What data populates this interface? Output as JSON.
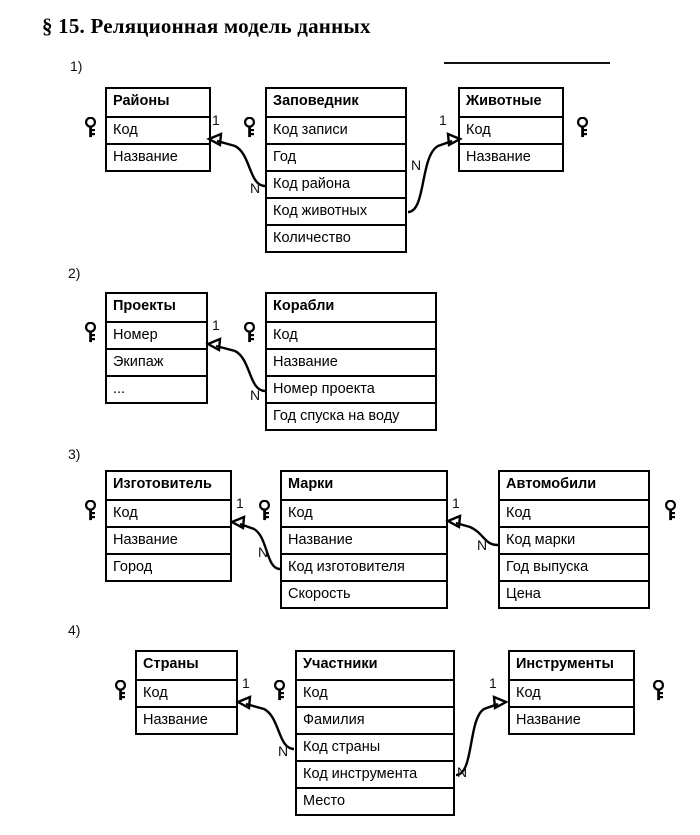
{
  "page": {
    "title": "§ 15.  Реляционная модель данных",
    "has_title_rule": true
  },
  "icons": {
    "primary_key": "key-icon"
  },
  "cardinality": {
    "one": "1",
    "many": "N"
  },
  "groups": [
    {
      "index": "1)",
      "entities": [
        {
          "name": "Районы",
          "fields": [
            "Код",
            "Название"
          ],
          "key_side": "left"
        },
        {
          "name": "Заповедник",
          "fields": [
            "Код записи",
            "Год",
            "Код района",
            "Код животных",
            "Количество"
          ],
          "key_side": "left"
        },
        {
          "name": "Животные",
          "fields": [
            "Код",
            "Название"
          ],
          "key_side": "right"
        }
      ],
      "relations": [
        {
          "from": "Заповедник.Код района",
          "to": "Районы.Код",
          "from_card": "N",
          "to_card": "1",
          "direction": "left"
        },
        {
          "from": "Заповедник.Код животных",
          "to": "Животные.Код",
          "from_card": "N",
          "to_card": "1",
          "direction": "right"
        }
      ]
    },
    {
      "index": "2)",
      "entities": [
        {
          "name": "Проекты",
          "fields": [
            "Номер",
            "Экипаж",
            "..."
          ],
          "key_side": "left"
        },
        {
          "name": "Корабли",
          "fields": [
            "Код",
            "Название",
            "Номер проекта",
            "Год спуска на воду"
          ],
          "key_side": "left"
        }
      ],
      "relations": [
        {
          "from": "Корабли.Номер проекта",
          "to": "Проекты.Номер",
          "from_card": "N",
          "to_card": "1",
          "direction": "left"
        }
      ]
    },
    {
      "index": "3)",
      "entities": [
        {
          "name": "Изготовитель",
          "fields": [
            "Код",
            "Название",
            "Город"
          ],
          "key_side": "left"
        },
        {
          "name": "Марки",
          "fields": [
            "Код",
            "Название",
            "Код изготовителя",
            "Скорость"
          ],
          "key_side": "left"
        },
        {
          "name": "Автомобили",
          "fields": [
            "Код",
            "Код марки",
            "Год выпуска",
            "Цена"
          ],
          "key_side": "right"
        }
      ],
      "relations": [
        {
          "from": "Марки.Код изготовителя",
          "to": "Изготовитель.Код",
          "from_card": "N",
          "to_card": "1",
          "direction": "left"
        },
        {
          "from": "Автомобили.Код марки",
          "to": "Марки.Код",
          "from_card": "N",
          "to_card": "1",
          "direction": "left"
        }
      ]
    },
    {
      "index": "4)",
      "entities": [
        {
          "name": "Страны",
          "fields": [
            "Код",
            "Название"
          ],
          "key_side": "left"
        },
        {
          "name": "Участники",
          "fields": [
            "Код",
            "Фамилия",
            "Код страны",
            "Код инструмента",
            "Место"
          ],
          "key_side": "left"
        },
        {
          "name": "Инструменты",
          "fields": [
            "Код",
            "Название"
          ],
          "key_side": "right"
        }
      ],
      "relations": [
        {
          "from": "Участники.Код страны",
          "to": "Страны.Код",
          "from_card": "N",
          "to_card": "1",
          "direction": "left"
        },
        {
          "from": "Участники.Код инструмента",
          "to": "Инструменты.Код",
          "from_card": "N",
          "to_card": "1",
          "direction": "right"
        }
      ]
    }
  ]
}
